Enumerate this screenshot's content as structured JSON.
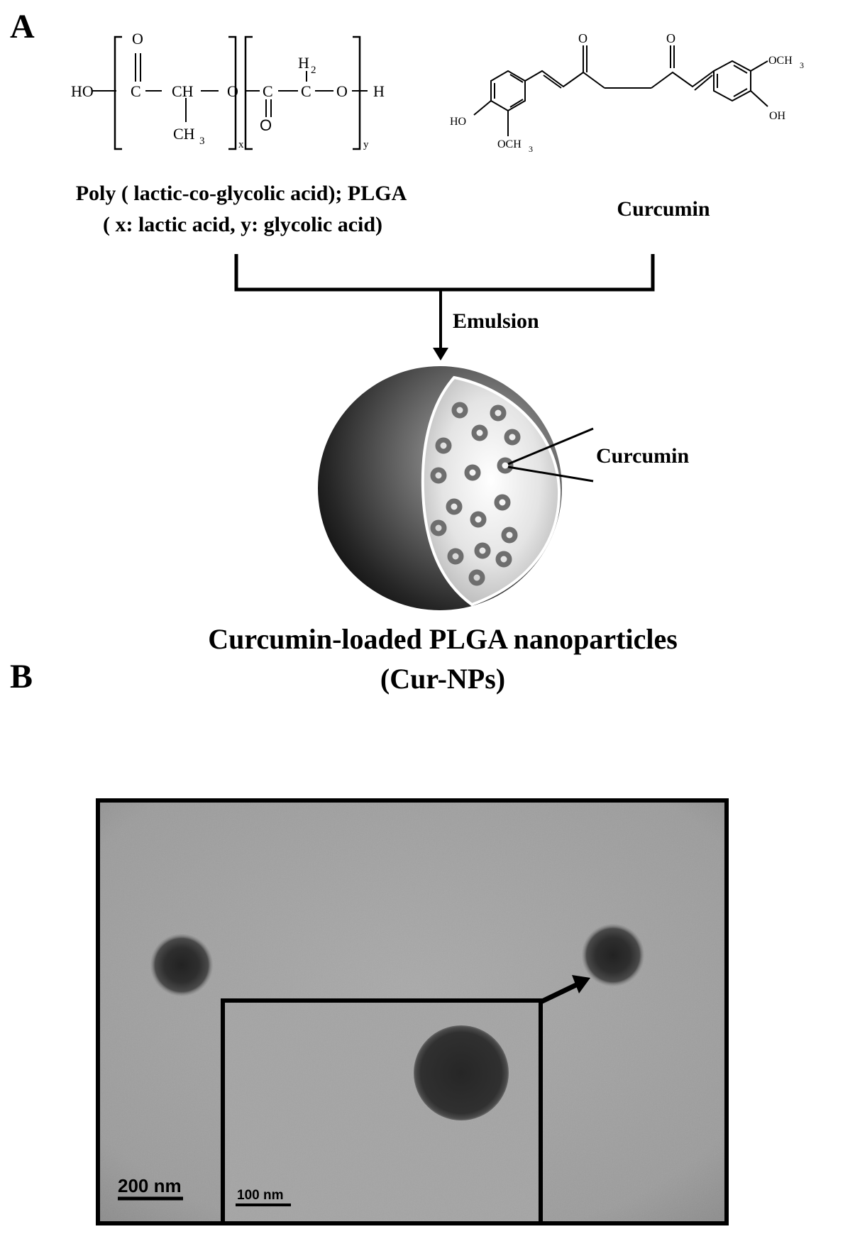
{
  "panel_a": {
    "label": "A",
    "plga": {
      "name": "Poly ( lactic-co-glycolic acid); PLGA",
      "note": "( x: lactic acid, y: glycolic acid)",
      "atoms": {
        "ho": "HO",
        "c1": "C",
        "ch": "CH",
        "o1": "O",
        "c2": "C",
        "c3": "C",
        "o2": "O",
        "h": "H",
        "o_top": "O",
        "o_bottom": "O",
        "h2": "H",
        "h2_sub": "2",
        "ch3": "CH",
        "ch3_sub": "3",
        "sub_x": "x",
        "sub_y": "y"
      }
    },
    "curcumin_structure": {
      "name": "Curcumin",
      "atoms": {
        "o_left": "O",
        "o_right": "O",
        "ho": "HO",
        "och3_bottom": "OCH",
        "och3_bottom_sub": "3",
        "och3_top": "OCH",
        "och3_top_sub": "3",
        "oh": "OH"
      }
    },
    "process_label": "Emulsion",
    "inner_label": "Curcumin",
    "product_title": "Curcumin-loaded  PLGA nanoparticles",
    "product_abbrev": "(Cur-NPs)"
  },
  "panel_b": {
    "label": "B",
    "scale_main": "200 nm",
    "scale_inset": "100 nm"
  }
}
